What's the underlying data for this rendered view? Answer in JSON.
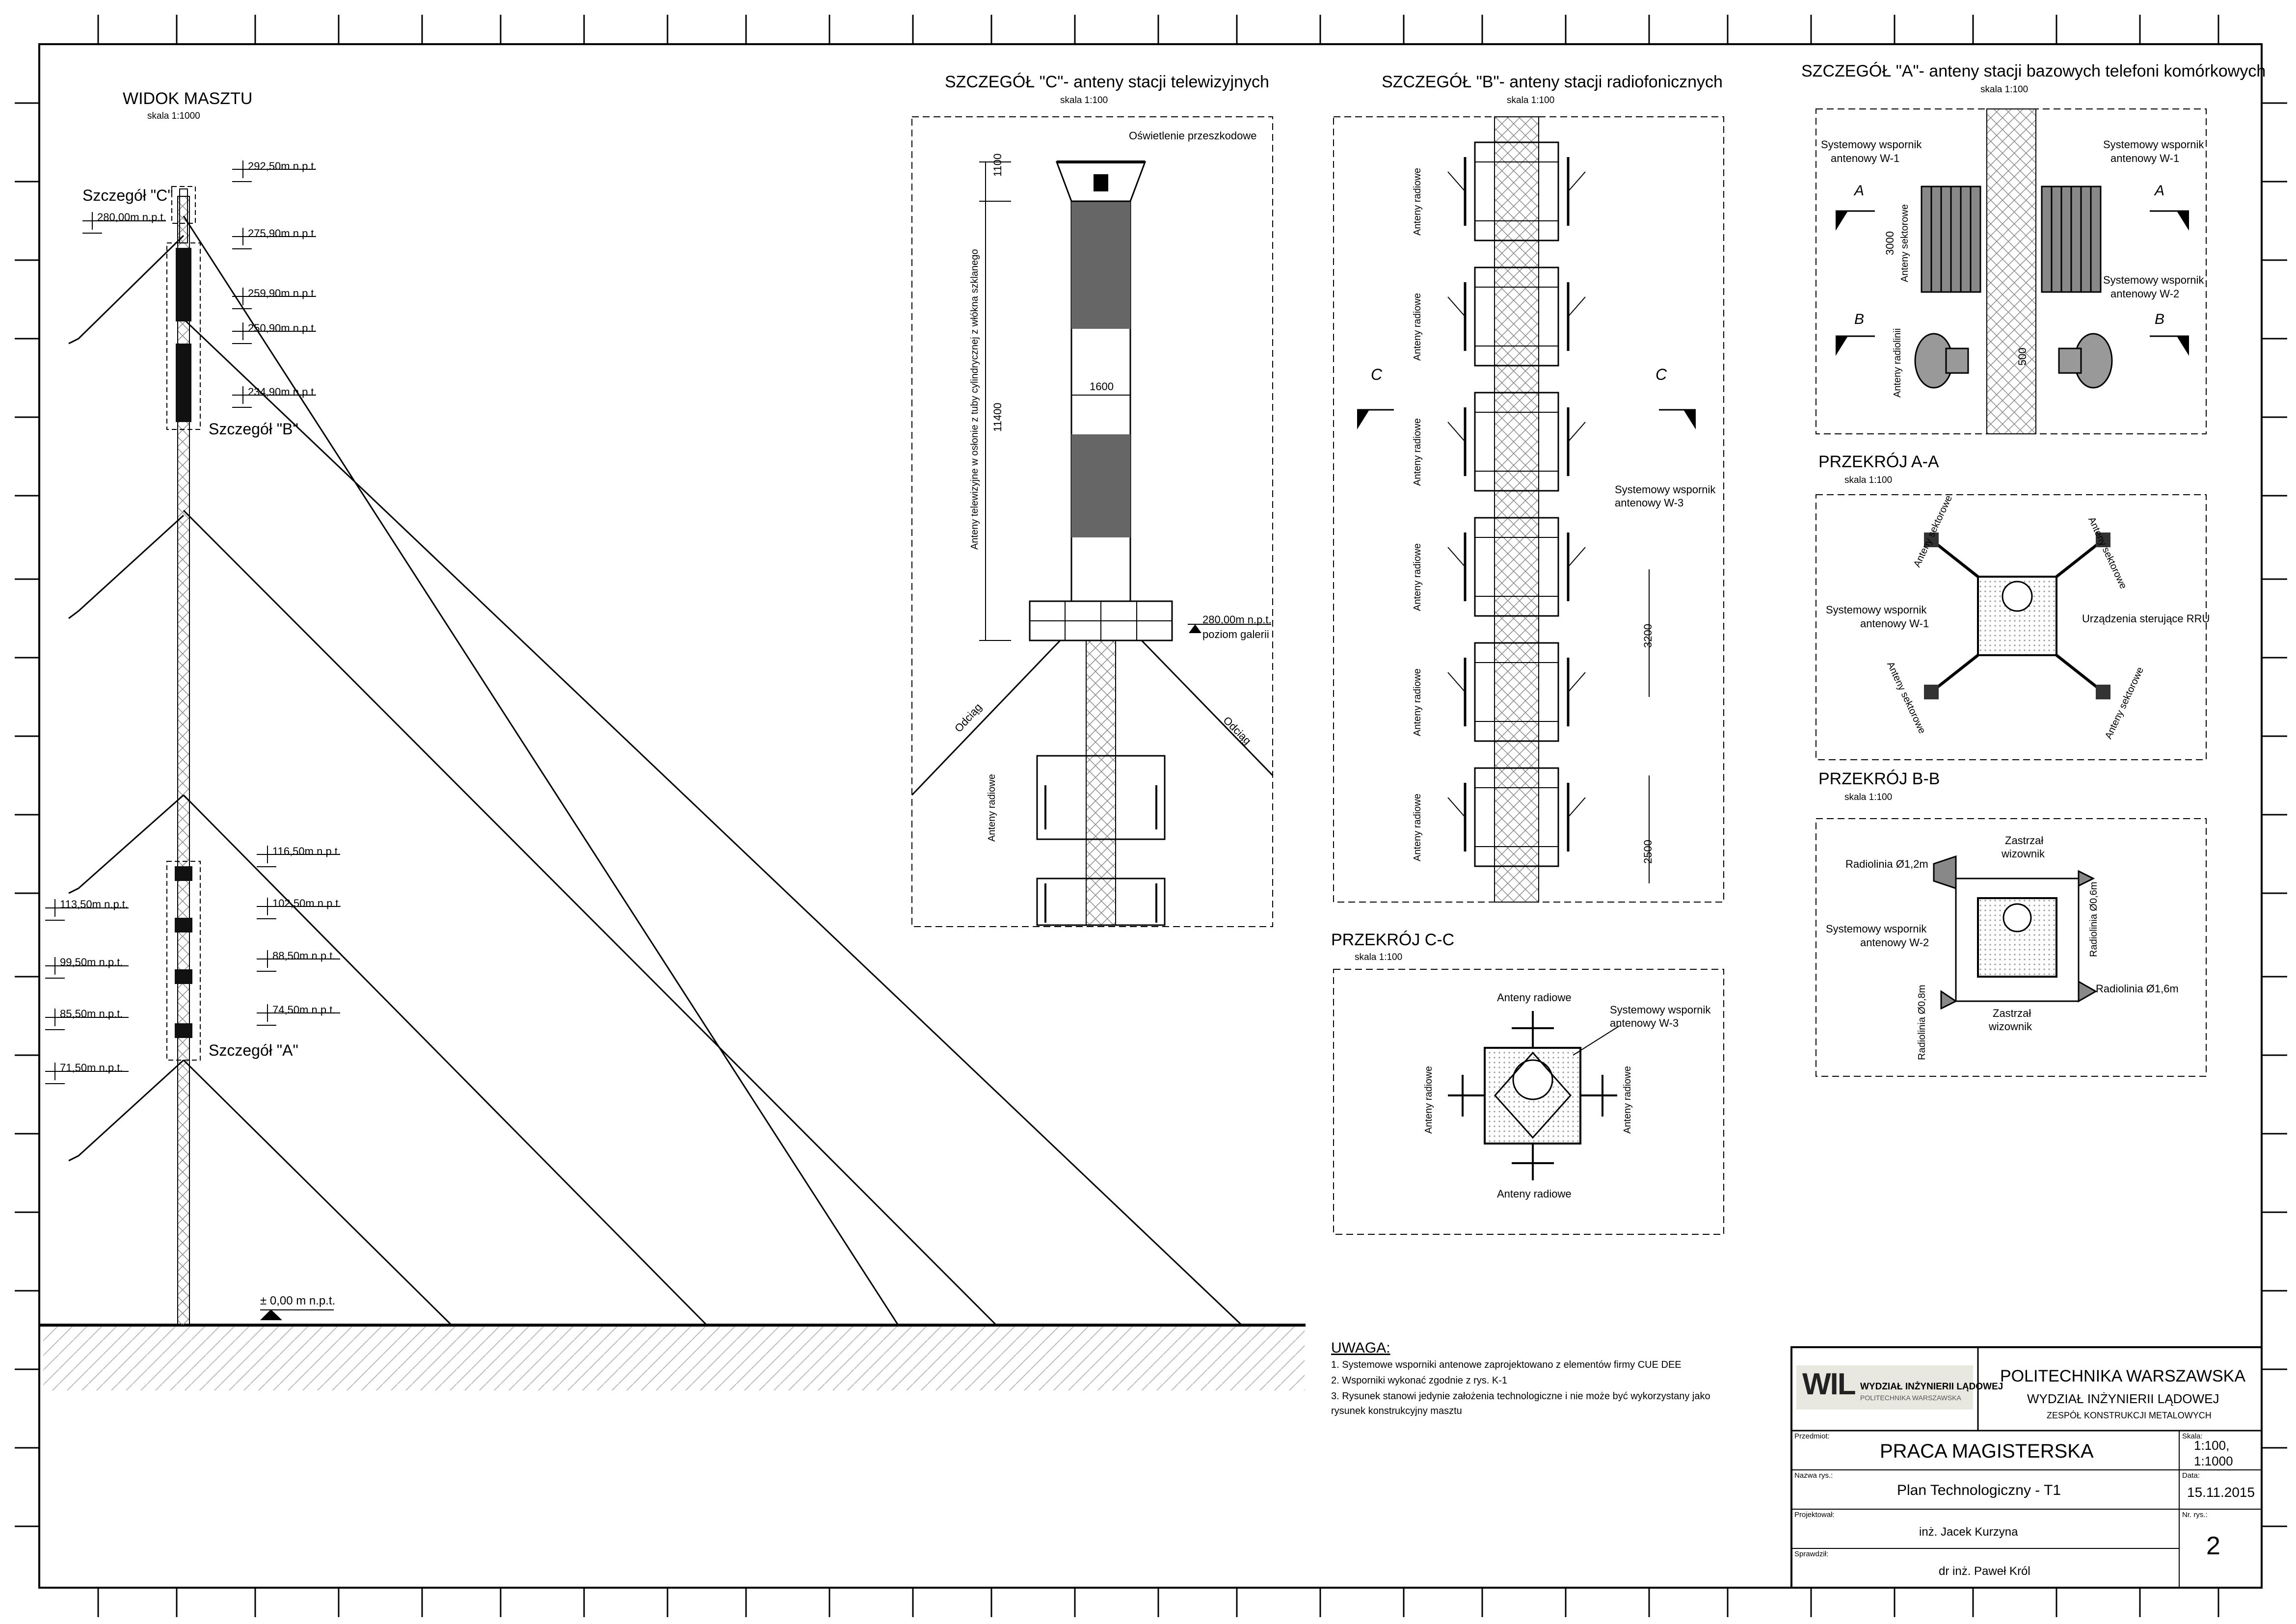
{
  "mast_view": {
    "title": "WIDOK MASZTU",
    "scale": "skala 1:1000",
    "detail_c": "Szczegół \"C\"",
    "detail_b": "Szczegół \"B\"",
    "detail_a": "Szczegół \"A\"",
    "levels_right": [
      "292,50m n.p.t.",
      "275,90m n.p.t.",
      "259,90m n.p.t.",
      "250,90m n.p.t.",
      "234,90m n.p.t.",
      "116,50m n.p.t.",
      "102,50m n.p.t.",
      "88,50m n.p.t.",
      "74,50m n.p.t."
    ],
    "levels_left": [
      "280,00m n.p.t.",
      "113,50m n.p.t.",
      "99,50m n.p.t.",
      "85,50m n.p.t.",
      "71,50m n.p.t."
    ],
    "ground": "± 0,00 m n.p.t."
  },
  "detail_c": {
    "title": "SZCZEGÓŁ \"C\"- anteny stacji telewizyjnych",
    "scale": "skala 1:100",
    "obstruction_light": "Oświetlenie przeszkodowe",
    "dim_1100": "1100",
    "dim_11400": "11400",
    "dim_1600": "1600",
    "tv_antennas": "Anteny telewizyjne w osłonie z tuby cylindrycznej z włókna szklanego",
    "gallery_level": "280,00m n.p.t.",
    "gallery_label": "poziom galerii",
    "guy_left": "Odciąg",
    "guy_right": "Odciąg",
    "radio_antennas": "Anteny radiowe"
  },
  "detail_b": {
    "title": "SZCZEGÓŁ \"B\"- anteny stacji radiofonicznych",
    "scale": "skala 1:100",
    "radio_antennas": [
      "Anteny radiowe",
      "Anteny radiowe",
      "Anteny radiowe",
      "Anteny radiowe",
      "Anteny radiowe",
      "Anteny radiowe"
    ],
    "section_mark": "C",
    "support_w3": [
      "Systemowy wspornik",
      "antenowy W-3"
    ],
    "dim_3200": "3200",
    "dim_2500": "2500"
  },
  "section_cc": {
    "title": "PRZEKRÓJ C-C",
    "scale": "skala 1:100",
    "antennas_top": "Anteny radiowe",
    "antennas_bottom": "Anteny radiowe",
    "antennas_left": "Anteny radiowe",
    "antennas_right": "Anteny radiowe",
    "support_w3": [
      "Systemowy wspornik",
      "antenowy W-3"
    ]
  },
  "detail_a": {
    "title": "SZCZEGÓŁ \"A\"- anteny stacji bazowych telefoni komórkowych",
    "scale": "skala 1:100",
    "support_w1_left": [
      "Systemowy wspornik",
      "antenowy W-1"
    ],
    "support_w1_right": [
      "Systemowy wspornik",
      "antenowy W-1"
    ],
    "support_w2": [
      "Systemowy wspornik",
      "antenowy W-2"
    ],
    "sector_antennas": "Anteny sektorowe",
    "radiolink_antennas": "Anteny radiolinii",
    "dim_3000": "3000",
    "dim_500": "500",
    "mark_a": "A",
    "mark_b": "B"
  },
  "section_aa": {
    "title": "PRZEKRÓJ A-A",
    "scale": "skala 1:100",
    "sector": "Anteny sektorowe",
    "support_w1": [
      "Systemowy wspornik",
      "antenowy W-1"
    ],
    "rru": "Urządzenia sterujące RRU"
  },
  "section_bb": {
    "title": "PRZEKRÓJ B-B",
    "scale": "skala 1:100",
    "radiolink_12": "Radiolinia Ø1,2m",
    "radiolink_06": "Radiolinia Ø0,6m",
    "radiolink_16": "Radiolinia Ø1,6m",
    "radiolink_08": "Radiolinia Ø0,8m",
    "strut_top": [
      "Zastrzał",
      "wizownik"
    ],
    "strut_bottom": [
      "Zastrzał",
      "wizownik"
    ],
    "support_w2": [
      "Systemowy wspornik",
      "antenowy W-2"
    ]
  },
  "notes": {
    "title": "UWAGA:",
    "items": [
      "1.     Systemowe wsporniki antenowe zaprojektowano z elementów firmy CUE DEE",
      "2.     Wsporniki wykonać zgodnie z rys. K-1",
      "3.              Rysunek stanowi jedynie założenia technologiczne i nie może być wykorzystany jako",
      "rysunek konstrukcyjny masztu"
    ]
  },
  "title_block": {
    "logo_letters": "WIL",
    "logo_text_1": "WYDZIAŁ INŻYNIERII LĄDOWEJ",
    "logo_text_2": "POLITECHNIKA WARSZAWSKA",
    "university": "POLITECHNIKA WARSZAWSKA",
    "faculty": "WYDZIAŁ INŻYNIERII LĄDOWEJ",
    "team": "ZESPÓŁ KONSTRUKCJI METALOWYCH",
    "subject_label": "Przedmiot:",
    "subject": "PRACA MAGISTERSKA",
    "drawing_label": "Nazwa rys.:",
    "drawing": "Plan Technologiczny - T1",
    "designer_label": "Projektował:",
    "designer": "inż. Jacek Kurzyna",
    "checker_label": "Sprawdził:",
    "checker": "dr inż. Paweł Król",
    "scale_label": "Skala:",
    "scale_1": "1:100,",
    "scale_2": "1:1000",
    "date_label": "Data:",
    "date": "15.11.2015",
    "number_label": "Nr. rys.:",
    "number": "2"
  }
}
